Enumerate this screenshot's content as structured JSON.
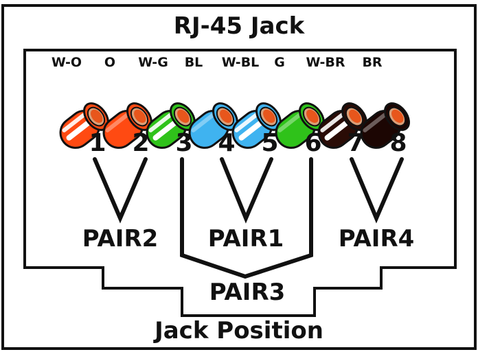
{
  "title": "RJ-45 Jack",
  "footer": "Jack Position",
  "wires": [
    {
      "label": "W-O",
      "pin": "1",
      "color": "#ff4a12",
      "striped": true
    },
    {
      "label": "O",
      "pin": "2",
      "color": "#ff4a12",
      "striped": false
    },
    {
      "label": "W-G",
      "pin": "3",
      "color": "#2fc21a",
      "striped": true
    },
    {
      "label": "BL",
      "pin": "4",
      "color": "#3fb3f0",
      "striped": false
    },
    {
      "label": "W-BL",
      "pin": "5",
      "color": "#3fb3f0",
      "striped": true
    },
    {
      "label": "G",
      "pin": "6",
      "color": "#2fc21a",
      "striped": false
    },
    {
      "label": "W-BR",
      "pin": "7",
      "color": "#2a0c06",
      "striped": true
    },
    {
      "label": "BR",
      "pin": "8",
      "color": "#1c0603",
      "striped": false
    }
  ],
  "pairs": [
    {
      "label": "PAIR2",
      "pins": [
        "1",
        "2"
      ]
    },
    {
      "label": "PAIR1",
      "pins": [
        "4",
        "5"
      ]
    },
    {
      "label": "PAIR4",
      "pins": [
        "7",
        "8"
      ]
    },
    {
      "label": "PAIR3",
      "pins": [
        "3",
        "6"
      ]
    }
  ],
  "colors": {
    "outline": "#111111",
    "copper_core": "#e8561c",
    "copper_ring": "#d9a07a"
  }
}
